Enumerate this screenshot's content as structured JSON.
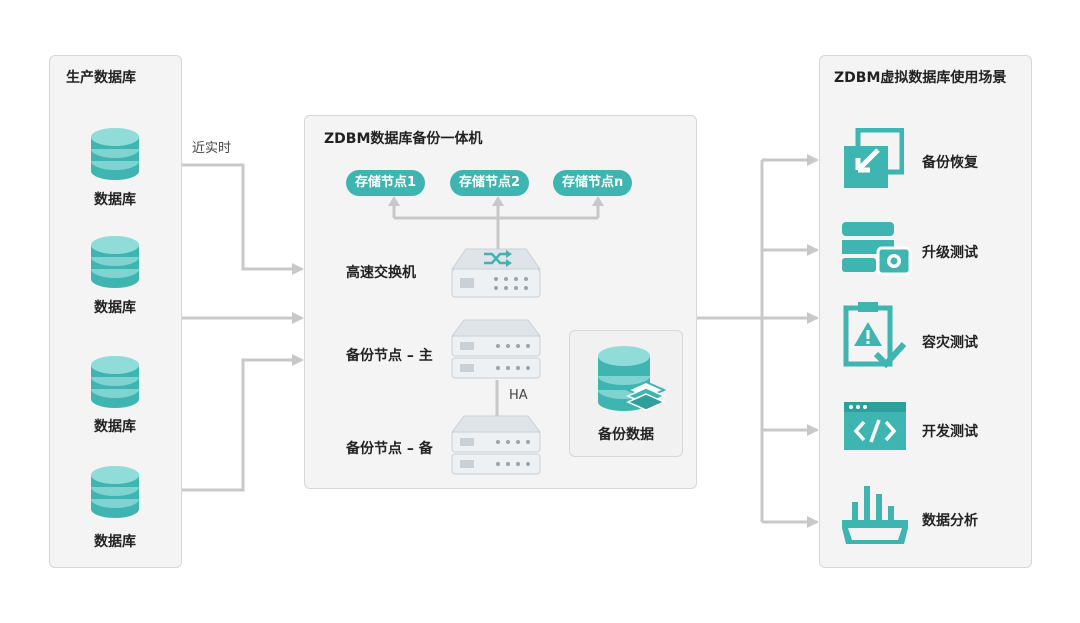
{
  "left_panel": {
    "title": "生产数据库",
    "db_label": "数据库",
    "databases": [
      "数据库",
      "数据库",
      "数据库",
      "数据库"
    ]
  },
  "link_label": "近实时",
  "center_panel": {
    "title": "ZDBM数据库备份一体机",
    "storage_nodes": [
      "存储节点1",
      "存储节点2",
      "存储节点n"
    ],
    "switch_label": "高速交换机",
    "primary_label": "备份节点 – 主",
    "standby_label": "备份节点 – 备",
    "ha_label": "HA",
    "backup_data_label": "备份数据"
  },
  "right_panel": {
    "title": "ZDBM虚拟数据库使用场景",
    "scenarios": [
      {
        "label": "备份恢复",
        "icon": "backup-restore-icon"
      },
      {
        "label": "升级测试",
        "icon": "upgrade-test-icon"
      },
      {
        "label": "容灾测试",
        "icon": "disaster-test-icon"
      },
      {
        "label": "开发测试",
        "icon": "dev-test-icon"
      },
      {
        "label": "数据分析",
        "icon": "data-analysis-icon"
      }
    ]
  },
  "colors": {
    "accent": "#3fb5b1",
    "accent_dark": "#2f9f9b",
    "panel_bg": "#f4f4f4",
    "arrow": "#c8c8c8",
    "server": "#e8ecef"
  }
}
